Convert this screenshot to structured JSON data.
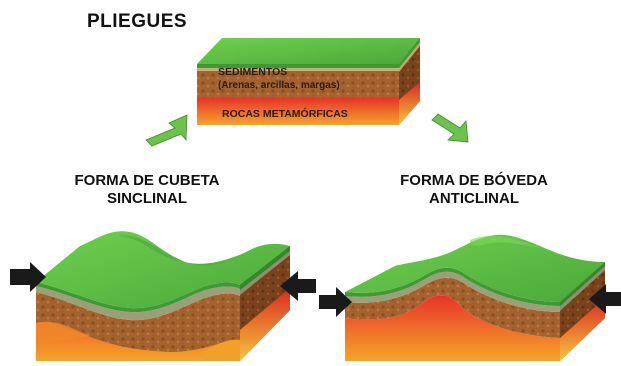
{
  "title": "PLIEGUES",
  "layers": {
    "sediments": "SEDIMENTOS",
    "sediments_detail": "(Arenas, arcillas, margas)",
    "metamorphic": "ROCAS METAMÓRFICAS"
  },
  "captions": {
    "left_line1": "FORMA DE CUBETA",
    "left_line2": "SINCLINAL",
    "right_line1": "FORMA DE BÓVEDA",
    "right_line2": "ANTICLINAL"
  },
  "colors": {
    "grass": "#5fbf45",
    "grass_dark": "#3f9a35",
    "soil": "#9c5a2c",
    "soil_dark": "#6e3a18",
    "rock_hot": "#e8412a",
    "rock_warm": "#f39a2a",
    "arrow_green": "#6cc24a",
    "arrow_black": "#1a1a1a"
  },
  "icons": {
    "down_arrows": "green-arrow-icon",
    "push_arrows": "black-arrow-icon"
  }
}
